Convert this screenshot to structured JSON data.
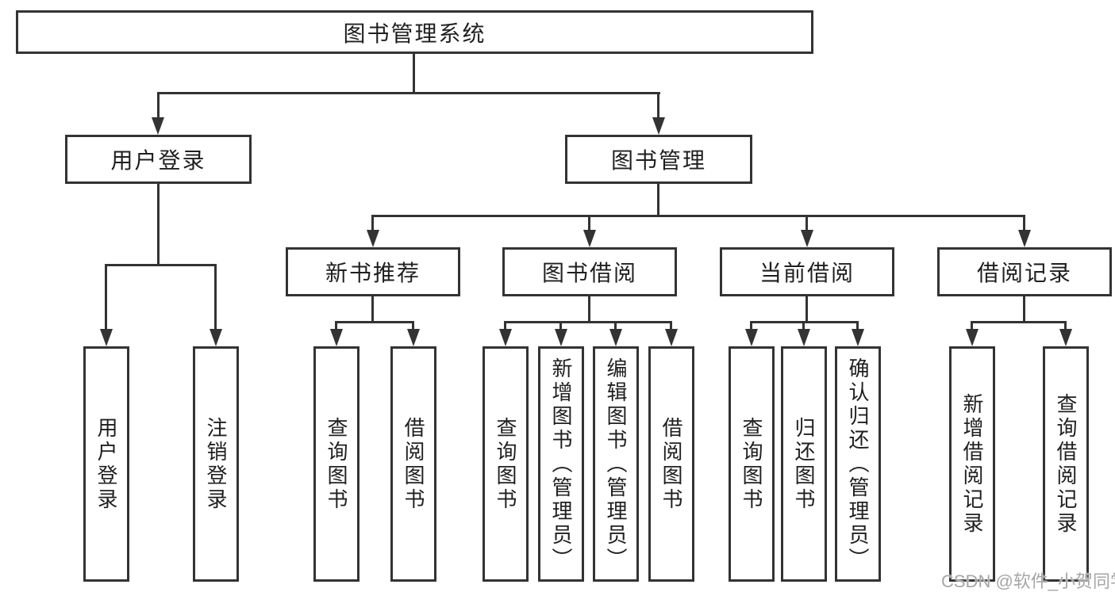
{
  "diagram": {
    "root": "图书管理系统",
    "level1": {
      "user_login": "用户登录",
      "book_mgmt": "图书管理"
    },
    "level2": {
      "new_rec": "新书推荐",
      "book_borrow": "图书借阅",
      "current_borrow": "当前借阅",
      "borrow_records": "借阅记录"
    },
    "leaves": {
      "login": "用户登录",
      "logout": "注销登录",
      "rec_query": "查询图书",
      "rec_borrow": "借阅图书",
      "bb_query": "查询图书",
      "bb_add": "新增图书（管理员）",
      "bb_edit": "编辑图书（管理员）",
      "bb_borrow": "借阅图书",
      "cb_query": "查询图书",
      "cb_return": "归还图书",
      "cb_confirm": "确认归还（管理员）",
      "br_add": "新增借阅记录",
      "br_query": "查询借阅记录"
    }
  },
  "watermark": {
    "text": "CSDN @软件_小贺同学",
    "color": "#a6a6a6"
  },
  "colors": {
    "line": "#333333",
    "text": "#1f1f1f",
    "background": "#ffffff"
  }
}
